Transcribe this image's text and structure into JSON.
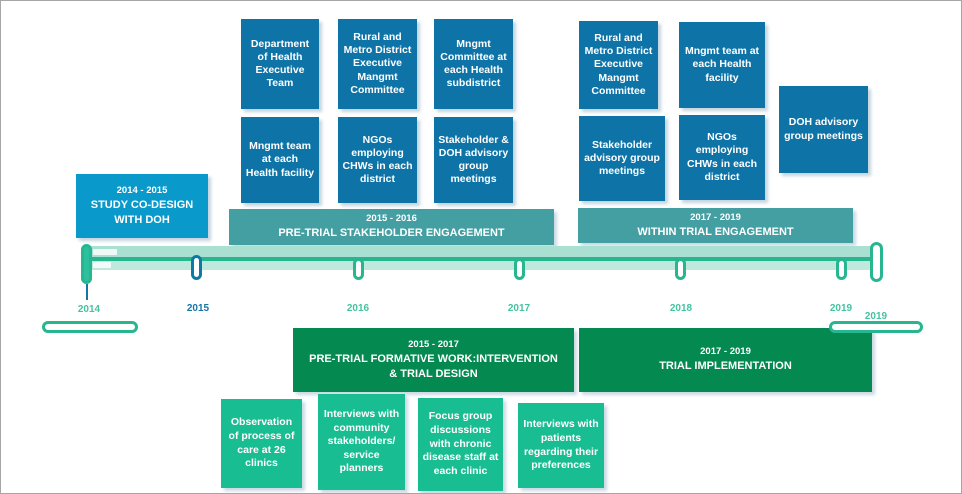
{
  "slide": {
    "study_codesign": {
      "years": "2014 - 2015",
      "title": "STUDY CO-DESIGN WITH DOH"
    },
    "pre_trial_engagement": {
      "years": "2015 - 2016",
      "title": "PRE-TRIAL STAKEHOLDER ENGAGEMENT",
      "boxes": [
        "Department of Health Executive Team",
        "Rural and Metro District Executive Mangmt Committee",
        "Mngmt Committee at each Health subdistrict",
        "Mngmt team at each Health facility",
        "NGOs employing CHWs in each district",
        "Stakeholder & DOH advisory group meetings"
      ]
    },
    "within_trial_engagement": {
      "years": "2017 - 2019",
      "title": "WITHIN TRIAL ENGAGEMENT",
      "boxes": [
        "Rural and Metro District Executive Mangmt Committee",
        "Mngmt team at each Health facility",
        "Stakeholder advisory group meetings",
        "NGOs employing CHWs in each district",
        "DOH advisory group meetings"
      ]
    },
    "formative_work": {
      "years": "2015 - 2017",
      "title": "PRE-TRIAL FORMATIVE WORK:INTERVENTION & TRIAL DESIGN",
      "boxes": [
        "Observation of process of care at 26 clinics",
        "Interviews with community stakeholders/ service planners",
        "Focus group discussions with chronic disease staff at each clinic",
        "Interviews with patients regarding their preferences"
      ]
    },
    "trial_implementation": {
      "years": "2017 - 2019",
      "title": "TRIAL IMPLEMENTATION"
    },
    "timeline": {
      "tick_years": [
        "2015",
        "2016",
        "2017",
        "2018",
        "2019"
      ],
      "range_start_label": "2014",
      "range_end_label": "2019"
    },
    "colors": {
      "dark_blue": "#0e74a8",
      "light_blue": "#0999cb",
      "teal": "#449fa2",
      "dark_green": "#048a50",
      "mint_green": "#19bd92",
      "timeline_light": "#a9e0d1",
      "timeline_accent": "#27b690",
      "year_blue": "#1576a5",
      "year_green": "#45c2a0"
    }
  }
}
